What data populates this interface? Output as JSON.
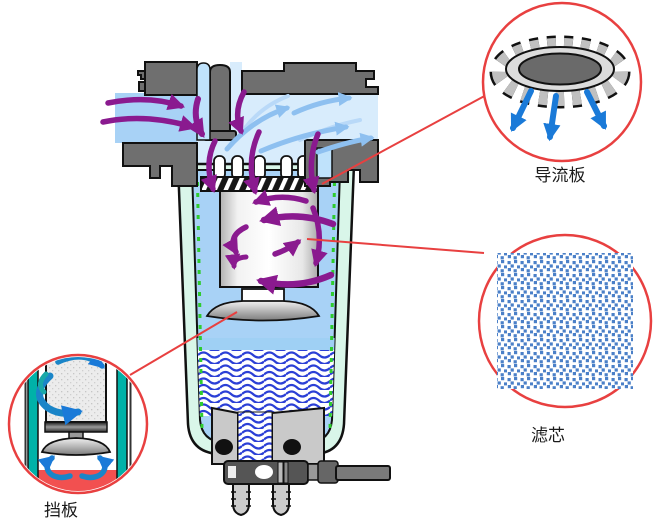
{
  "figure": {
    "type": "technical-cutaway-diagram",
    "subject_labels": [
      "导流板",
      "滤芯",
      "挡板"
    ]
  },
  "callouts": {
    "deflector": {
      "label": "导流板"
    },
    "filter_element": {
      "label": "滤芯"
    },
    "baffle": {
      "label": "挡板"
    }
  },
  "colors": {
    "accent_red": "#e84040",
    "housing_gray": "#6f6f6f",
    "bowl_mint": "#d9f6e9",
    "liquid_blue": "#a8d2f6",
    "chamber_blue": "#d8ecfc",
    "slot_blue": "#bfe2fb",
    "arrow_purple": "#8a1a8f",
    "airflow_blue": "#8ec0f0",
    "callout_arrow_blue": "#1a7ad8",
    "wave_blue": "#2b3fd6",
    "condensate_green": "#2ecc2e",
    "teal": "#00b2a8",
    "filter_dot_blue": "#4b80c8",
    "collected_water_red": "#f25050"
  }
}
